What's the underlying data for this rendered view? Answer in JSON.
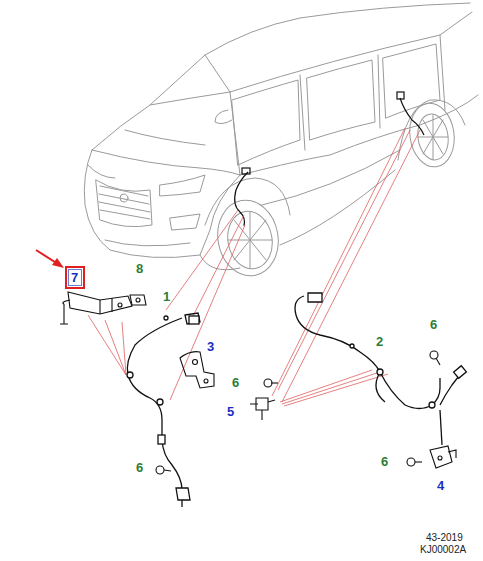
{
  "diagram": {
    "nodes": [
      {
        "text": [
          "7"
        ]
      }
    ],
    "labels": [
      "8",
      "1",
      "6",
      "2",
      "3",
      "6",
      "5",
      "6",
      "6",
      "4",
      "43-2019",
      "KJ00002A"
    ]
  }
}
